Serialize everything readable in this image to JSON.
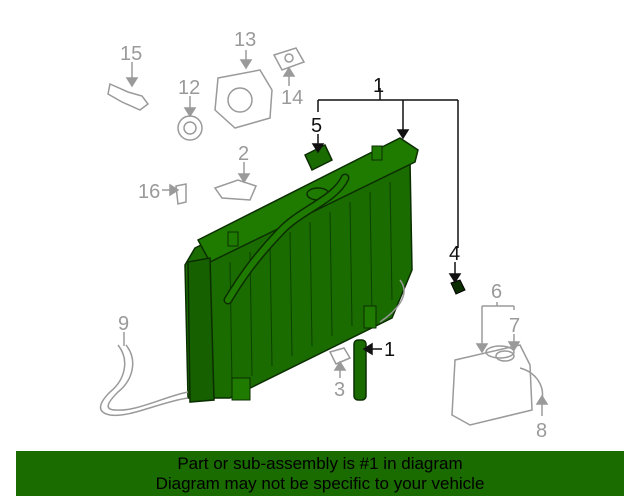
{
  "callouts": {
    "c1_top": "1",
    "c1_hose": "1",
    "c2": "2",
    "c3": "3",
    "c4": "4",
    "c5": "5",
    "c6": "6",
    "c7": "7",
    "c8": "8",
    "c9": "9",
    "c12": "12",
    "c13": "13",
    "c14": "14",
    "c15": "15",
    "c16": "16"
  },
  "banner": {
    "line1": "Part or sub-assembly is #1 in diagram",
    "line2": "Diagram may not be specific to your vehicle"
  },
  "colors": {
    "highlight": "#1a6b00",
    "ghost": "#9a9a9a",
    "ink": "#111111"
  }
}
